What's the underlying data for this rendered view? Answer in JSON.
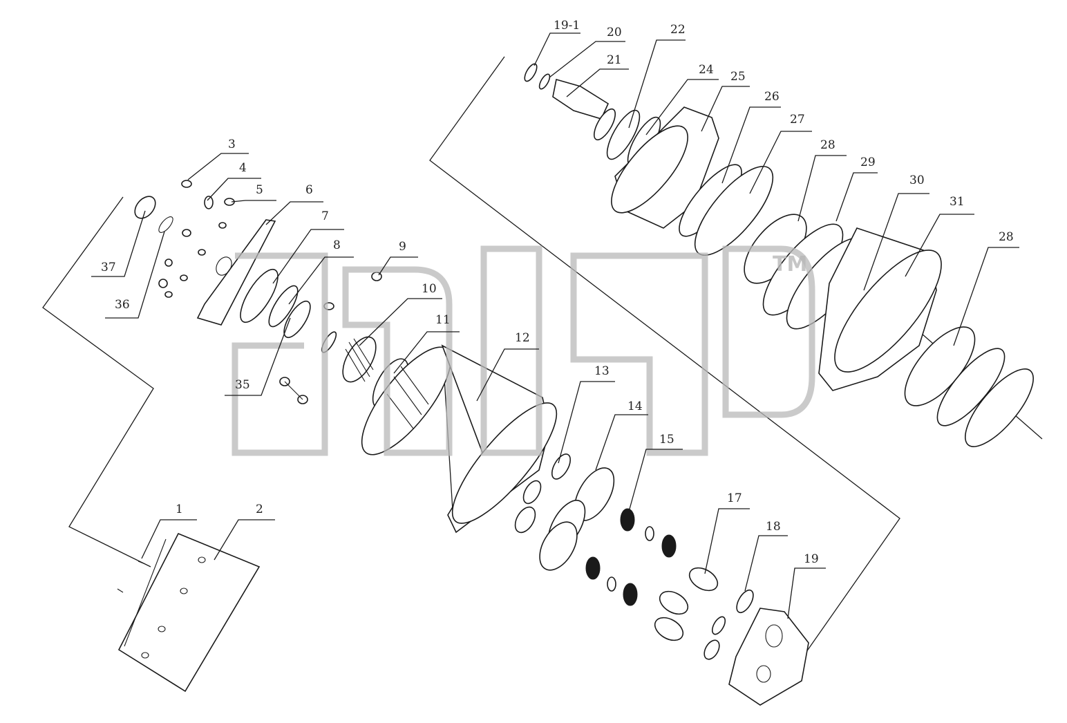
{
  "diagram": {
    "callouts": [
      "1",
      "2",
      "3",
      "4",
      "5",
      "6",
      "7",
      "8",
      "9",
      "10",
      "11",
      "12",
      "13",
      "14",
      "15",
      "17",
      "18",
      "19",
      "19-1",
      "20",
      "21",
      "22",
      "24",
      "25",
      "26",
      "27",
      "28",
      "29",
      "30",
      "31",
      "28",
      "35",
      "36",
      "37"
    ]
  },
  "watermark": {
    "mark": "TM"
  }
}
